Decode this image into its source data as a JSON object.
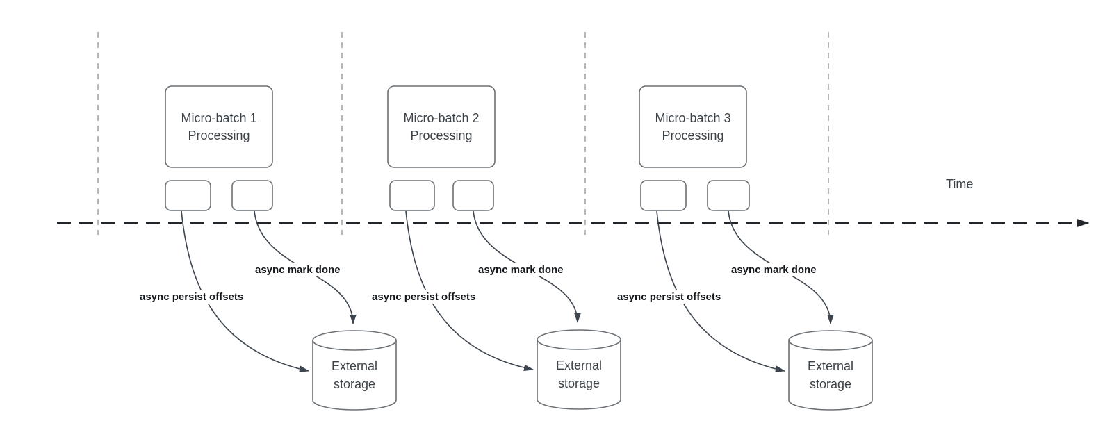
{
  "diagram": {
    "time_axis": {
      "label": "Time"
    },
    "arrow_labels": {
      "persist": "async persist offsets",
      "done": "async mark done"
    },
    "storage": {
      "line1": "External",
      "line2": "storage"
    },
    "batches": [
      {
        "title": "Micro-batch 1",
        "subtitle": "Processing"
      },
      {
        "title": "Micro-batch 2",
        "subtitle": "Processing"
      },
      {
        "title": "Micro-batch 3",
        "subtitle": "Processing"
      }
    ],
    "colors": {
      "background": "#ffffff",
      "box_border": "#6b7075",
      "arrow_stroke": "#3d454f",
      "time_axis_stroke": "#23272b",
      "gridline_stroke": "#b5b7ba",
      "box_text": "#3b4248",
      "label_text": "#14181c"
    }
  }
}
